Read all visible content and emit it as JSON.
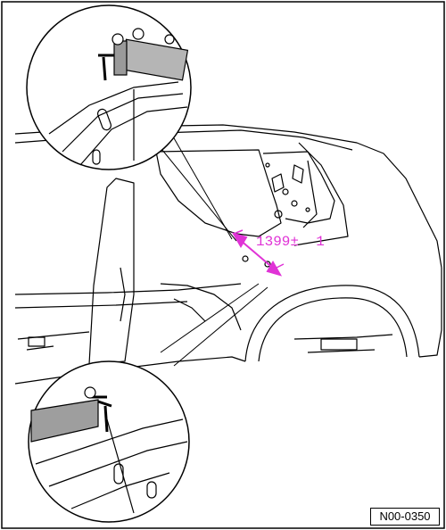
{
  "figure": {
    "dimension": {
      "value": "1399",
      "tolerance_sign": "±",
      "tolerance": "1",
      "color": "#e033d6"
    },
    "figure_id": "N00-0350",
    "line_color": "#000000"
  }
}
